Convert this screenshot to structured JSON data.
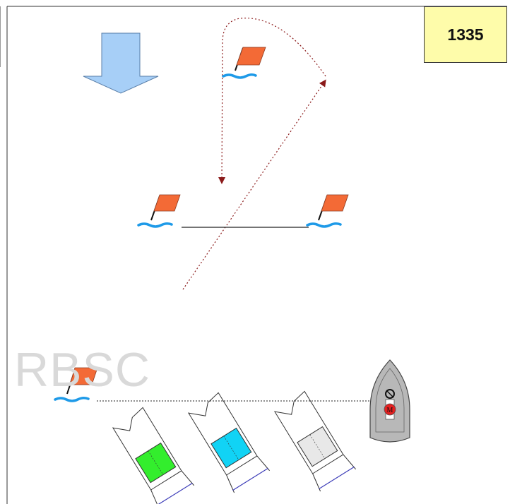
{
  "diagram_number": "1335",
  "watermark": "RBSC",
  "colors": {
    "wind_arrow": "#a7cff7",
    "flag": "#f36a36",
    "water": "#1e9ae8",
    "track": "#8b1a1a",
    "boat_green": "#33ee2d",
    "boat_cyan": "#11d3f5",
    "boat_white": "#e8e8e8",
    "committee_boat": "#b8b8b8",
    "label_box": "#fefcaa"
  },
  "committee_boat_letter": "M"
}
